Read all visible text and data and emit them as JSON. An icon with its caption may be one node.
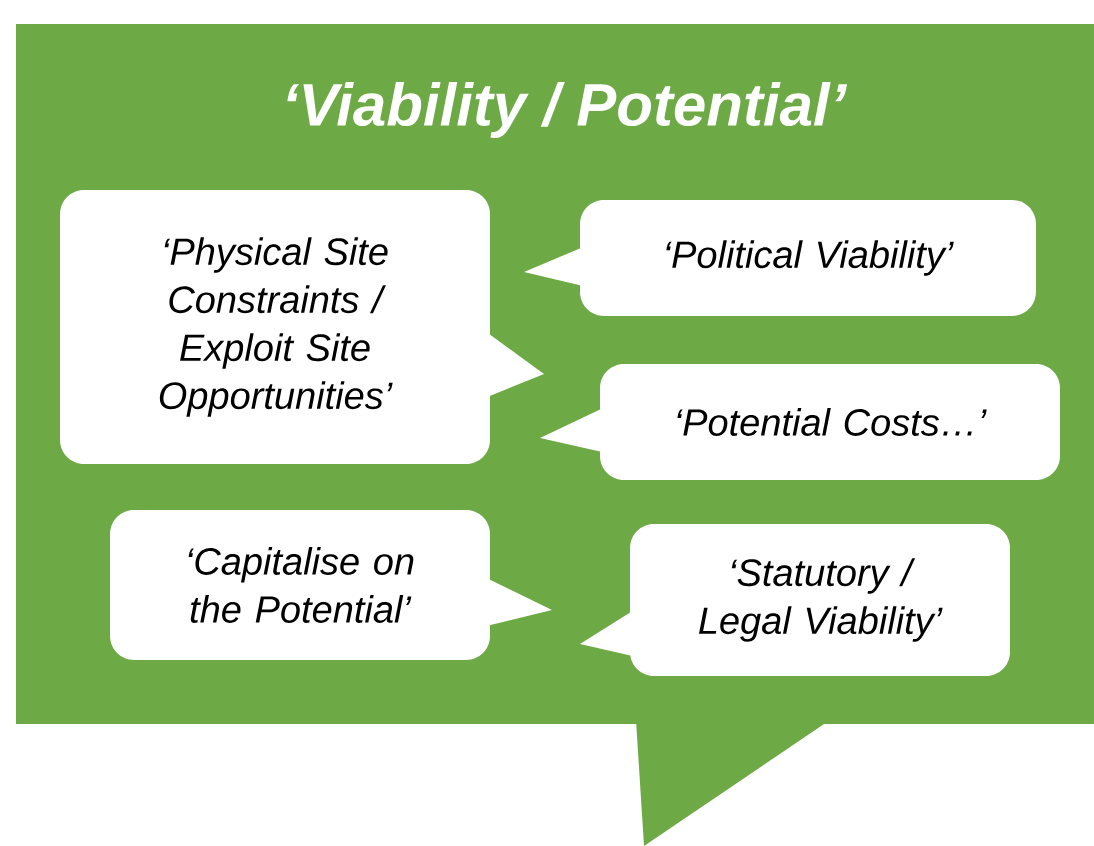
{
  "diagram": {
    "nodes": [
      {
        "text": [
          "‘Viability / Potential’"
        ]
      },
      {
        "text": [
          "‘Physical Site Constraints / Exploit Site Opportunities’"
        ],
        "in": 0
      },
      {
        "text": [
          "‘Political Viability’"
        ],
        "in": 0
      },
      {
        "text": [
          "‘Potential Costs…’"
        ],
        "in": 0
      },
      {
        "text": [
          "‘Capitalise on the Potential’"
        ],
        "in": 0
      },
      {
        "text": [
          "‘Statutory / Legal Viability’"
        ],
        "in": 0
      }
    ]
  }
}
